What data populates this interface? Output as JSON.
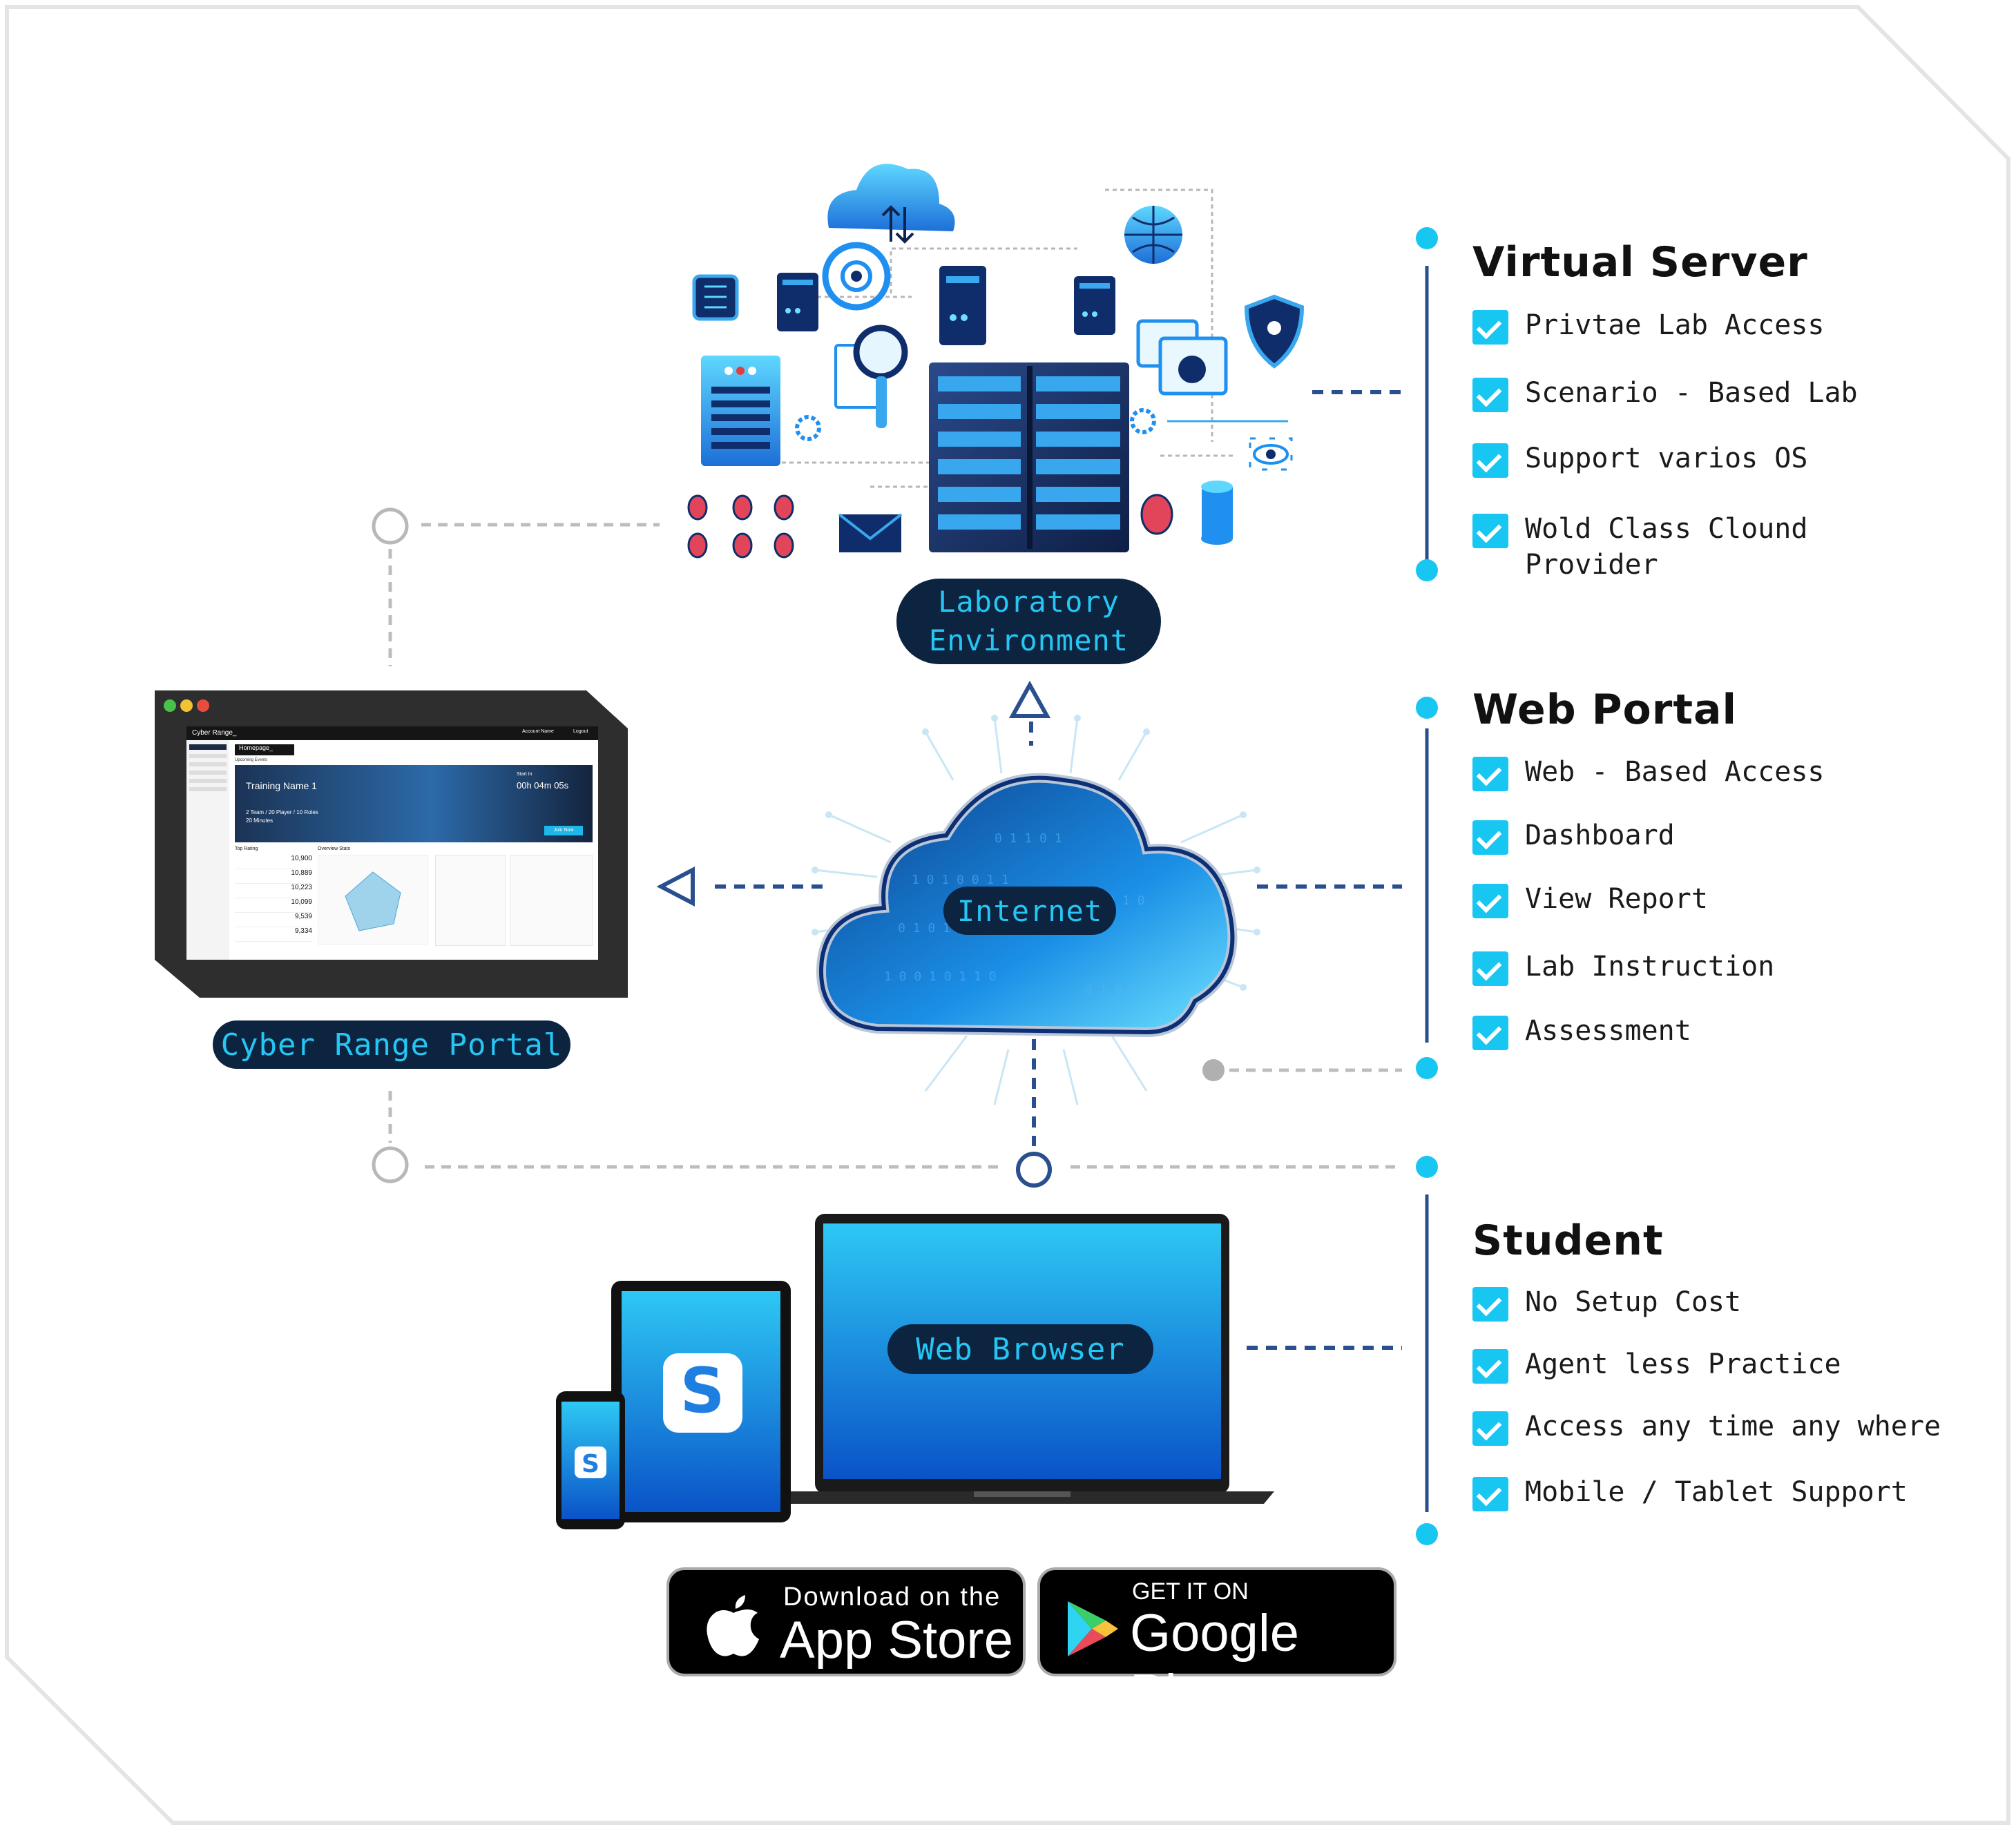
{
  "labels": {
    "lab_env": "Laboratory\nEnvironment",
    "internet": "Internet",
    "cyber_range_portal": "Cyber Range Portal",
    "web_browser": "Web Browser"
  },
  "sections": [
    {
      "title": "Virtual Server",
      "items": [
        "Privtae Lab Access",
        "Scenario - Based Lab",
        "Support varios OS",
        "Wold Class Clound\nProvider"
      ]
    },
    {
      "title": "Web Portal",
      "items": [
        "Web - Based Access",
        "Dashboard",
        "View Report",
        "Lab Instruction",
        "Assessment"
      ]
    },
    {
      "title": "Student",
      "items": [
        "No Setup Cost",
        "Agent less Practice",
        "Access any time any where",
        "Mobile / Tablet Support"
      ]
    }
  ],
  "portal_screen": {
    "app_name": "Cyber Range_",
    "account": "Account Name",
    "logout": "Logout",
    "tab": "Homepage_",
    "upcoming": "Upcoming Events",
    "training_name": "Training Name 1",
    "details": "2 Team / 20 Player / 10 Roles",
    "duration": "20 Minutes",
    "timer_label": "Start In",
    "timer": "00h 04m 05s",
    "join": "Join Now",
    "top_rating": "Top Rating",
    "overview": "Overview Stats",
    "scores": [
      "10,900",
      "10,889",
      "10,223",
      "10,099",
      "9,539",
      "9,334"
    ]
  },
  "stores": {
    "apple_small": "Download on the",
    "apple_big": "App Store",
    "google_small": "GET IT ON",
    "google_big": "Google Play"
  },
  "colors": {
    "accent": "#17c6f1",
    "navy": "#0d2440",
    "dash": "#2a4f8f",
    "gray": "#b8b8b8"
  }
}
